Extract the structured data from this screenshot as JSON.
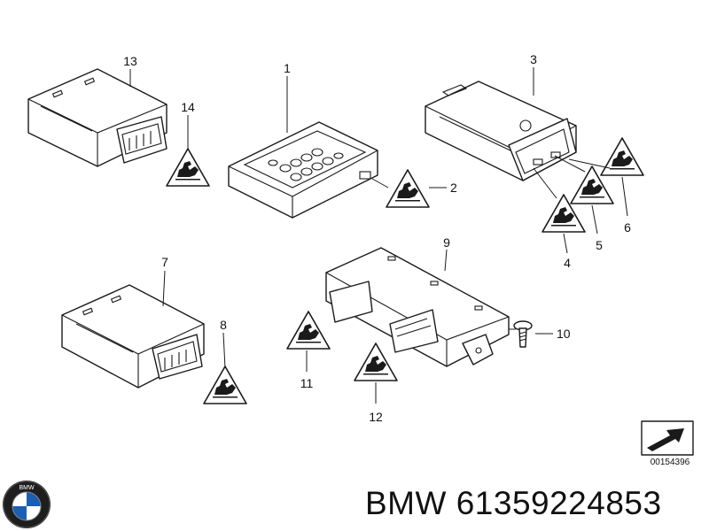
{
  "callouts": {
    "c1": "1",
    "c2": "2",
    "c3": "3",
    "c4": "4",
    "c5": "5",
    "c6": "6",
    "c7": "7",
    "c8": "8",
    "c9": "9",
    "c10": "10",
    "c11": "11",
    "c12": "12",
    "c13": "13",
    "c14": "14"
  },
  "reference_code": "00154396",
  "brand": {
    "name": "BMW",
    "part_number": "61359224853",
    "logo_icon": "bmw-roundel-icon"
  },
  "icons": {
    "warning": "esd-warning-triangle-icon",
    "corner": "folded-corner-arrow-icon"
  }
}
